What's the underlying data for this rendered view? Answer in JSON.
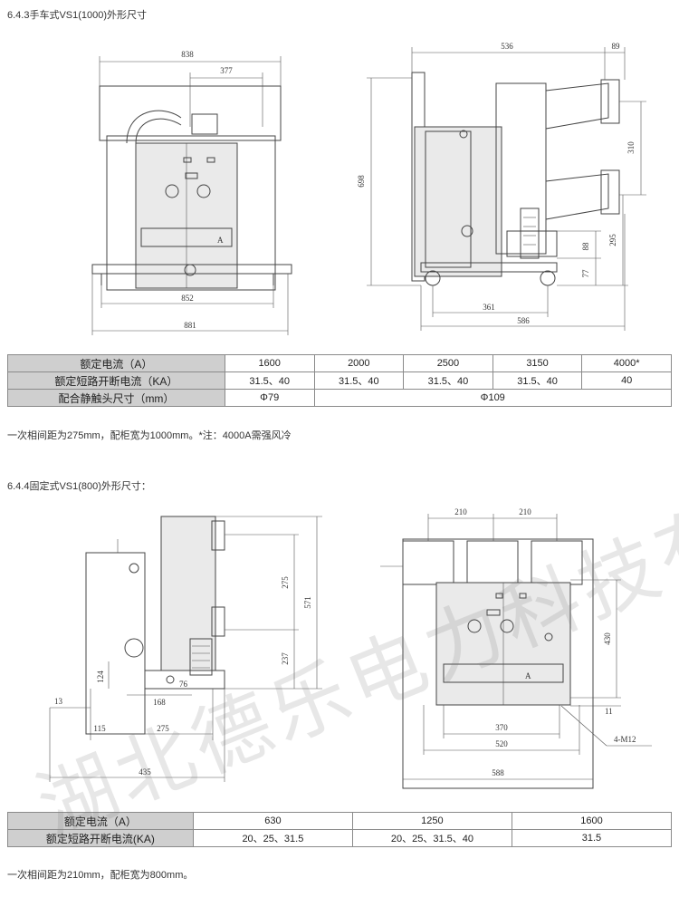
{
  "section1": {
    "title": "6.4.3手车式VS1(1000)外形尺寸",
    "dims_front": {
      "w838": "838",
      "w377": "377",
      "w852": "852",
      "w881": "881"
    },
    "dims_side": {
      "w536": "536",
      "w89": "89",
      "h698": "698",
      "h310": "310",
      "h295": "295",
      "h88": "88",
      "h77": "77",
      "w361": "361",
      "w586": "586"
    },
    "table": {
      "rows": [
        {
          "label": "额定电流（A）",
          "cells": [
            "1600",
            "2000",
            "2500",
            "3150",
            "4000*"
          ]
        },
        {
          "label": "额定短路开断电流（KA）",
          "cells": [
            "31.5、40",
            "31.5、40",
            "31.5、40",
            "31.5、40",
            "40"
          ]
        },
        {
          "label": "配合静触头尺寸（mm）",
          "cells": [
            "Φ79",
            "Φ109"
          ]
        }
      ]
    },
    "note": "一次相间距为275mm，配柜宽为1000mm。*注：4000A需强风冷"
  },
  "section2": {
    "title": "6.4.4固定式VS1(800)外形尺寸：",
    "dims_side": {
      "h275": "275",
      "h571": "571",
      "h237": "237",
      "h124": "124",
      "d76": "76",
      "w168": "168",
      "w13": "13",
      "w115": "115",
      "w275": "275",
      "w435": "435"
    },
    "dims_front": {
      "w210a": "210",
      "w210b": "210",
      "h430": "430",
      "h11": "11",
      "w370": "370",
      "w520": "520",
      "w588": "588",
      "bolt": "4-M12"
    },
    "table": {
      "rows": [
        {
          "label": "额定电流（A）",
          "cells": [
            "630",
            "1250",
            "1600"
          ]
        },
        {
          "label": "额定短路开断电流(KA)",
          "cells": [
            "20、25、31.5",
            "20、25、31.5、40",
            "31.5"
          ]
        }
      ]
    },
    "note": "一次相间距为210mm，配柜宽为800mm。"
  },
  "watermark": "湖北德乐电力科技有限公司"
}
